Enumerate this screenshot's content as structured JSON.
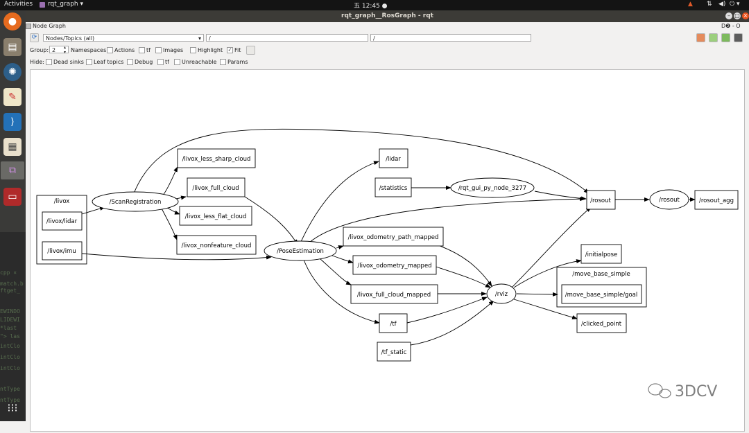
{
  "topbar": {
    "activities": "Activities",
    "app_menu": "rqt_graph ▾",
    "clock": "五 12:45 ●"
  },
  "window": {
    "title": "rqt_graph__RosGraph - rqt"
  },
  "plugin": {
    "title": "Node Graph",
    "right_label": "D❷ - O"
  },
  "toolbar": {
    "mode_select": "Nodes/Topics (all)",
    "filter1": "/",
    "filter2": "/",
    "group_label": "Group:",
    "group_value": "2",
    "namespaces": "Namespaces",
    "actions": "Actions",
    "tf": "tf",
    "images": "Images",
    "highlight": "Highlight",
    "fit": "Fit",
    "check_mark": "✓"
  },
  "hide": {
    "label": "Hide:",
    "dead_sinks": "Dead sinks",
    "leaf_topics": "Leaf topics",
    "debug": "Debug",
    "tf": "tf",
    "unreachable": "Unreachable",
    "params": "Params"
  },
  "graph": {
    "cluster_livox": "/livox",
    "cluster_move_base": "/move_base_simple",
    "nodes": {
      "livox_lidar": "/livox/lidar",
      "livox_imu": "/livox/imu",
      "scan_registration": "/ScanRegistration",
      "less_sharp": "/livox_less_sharp_cloud",
      "full_cloud": "/livox_full_cloud",
      "less_flat": "/livox_less_flat_cloud",
      "nonfeature": "/livox_nonfeature_cloud",
      "pose_estimation": "/PoseEstimation",
      "lidar": "/lidar",
      "statistics": "/statistics",
      "rqt_gui": "/rqt_gui_py_node_3277",
      "rosout": "/rosout",
      "rosout_node": "/rosout",
      "rosout_agg": "/rosout_agg",
      "odom_path": "/livox_odometry_path_mapped",
      "odom_mapped": "/livox_odometry_mapped",
      "full_cloud_mapped": "/livox_full_cloud_mapped",
      "tf": "/tf",
      "tf_static": "/tf_static",
      "rviz": "/rviz",
      "initialpose": "/initialpose",
      "goal": "/move_base_simple/goal",
      "clicked_point": "/clicked_point"
    }
  },
  "watermark": "3DCV",
  "terminal_lines": [
    "cpp ×",
    "match.b",
    "ftget_",
    "EWINDO",
    "LIDEWI",
    "  *last",
    "\"> las",
    "intClo",
    "intClo",
    "intClo",
    "ntType",
    "ntType"
  ]
}
